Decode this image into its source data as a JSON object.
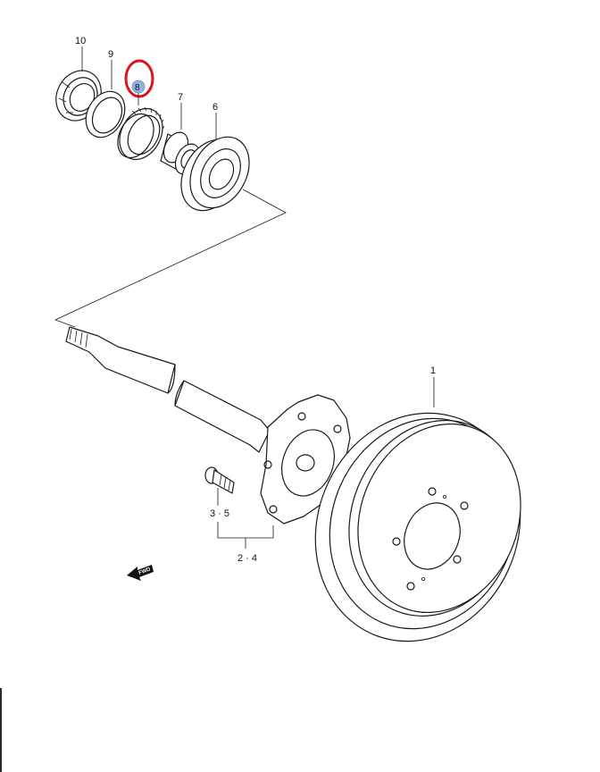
{
  "parts": {
    "p1": "1",
    "p24": "2 · 4",
    "p35": "3 · 5",
    "p6": "6",
    "p7": "7",
    "p8": "8",
    "p9": "9",
    "p10": "10"
  },
  "fwd_label": "FWD",
  "highlight": {
    "part": "8",
    "ring_color": "#d9161e",
    "badge_color": "#8fb4e3"
  }
}
